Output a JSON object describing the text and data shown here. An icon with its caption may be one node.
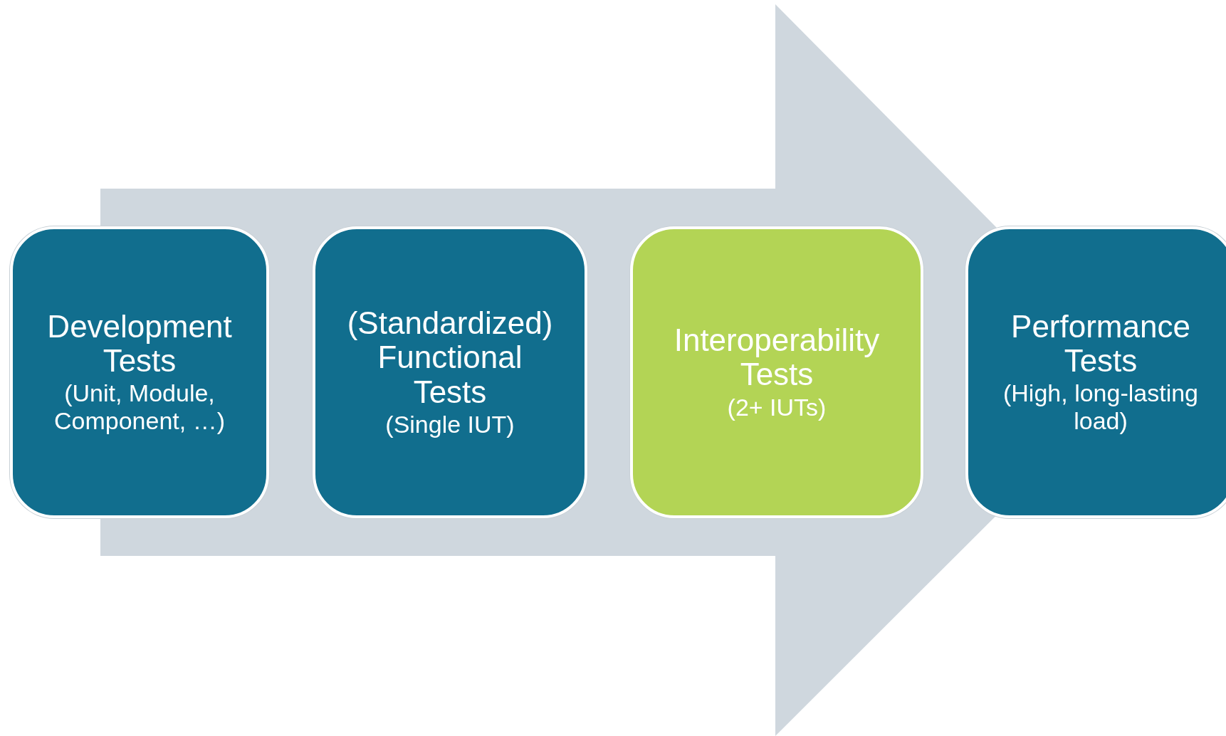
{
  "diagram": {
    "nodes": [
      {
        "text": [
          "Development Tests",
          "(Unit, Module, Component, …)"
        ]
      },
      {
        "text": [
          "(Standardized) Functional Tests",
          "(Single IUT)"
        ]
      },
      {
        "text": [
          "Interoperability Tests",
          "(2+ IUTs)"
        ]
      },
      {
        "text": [
          "Performance Tests",
          "(High, long-lasting load)"
        ]
      }
    ],
    "edges": [
      {
        "from": 0,
        "to": 3,
        "arrow": "to",
        "style": "thick"
      }
    ]
  }
}
